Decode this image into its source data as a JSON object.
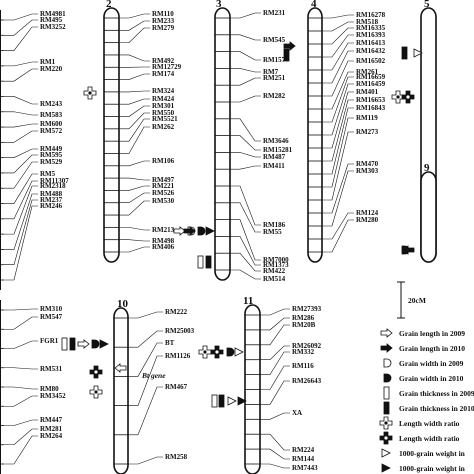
{
  "chromosomes": [
    {
      "id": "c1",
      "number": "",
      "upper": [
        "RM4981",
        "RM495",
        "RM3252",
        "RM1",
        "RM220",
        "RM243",
        "RM583",
        "RM600",
        "RM572",
        "RM449",
        "RM595",
        "RM529",
        "RM5",
        "RM11307",
        "RM2318",
        "RM488",
        "RM237",
        "RM246"
      ]
    },
    {
      "id": "c2",
      "number": "2",
      "upper": [
        "RM110",
        "RM233",
        "RM279",
        "RM492",
        "RM12729",
        "RM174",
        "RM324",
        "RM424",
        "RM301",
        "RM550",
        "RM5521",
        "RM262",
        "RM106",
        "RM497",
        "RM221",
        "RM526",
        "RM530",
        "RM213",
        "RM498",
        "RM406"
      ]
    },
    {
      "id": "c3",
      "number": "3",
      "upper": [
        "RM231",
        "RM545",
        "RM157",
        "RM7",
        "RM251",
        "RM282",
        "RM3646",
        "RM15281",
        "RM487",
        "RM411",
        "RM186",
        "RM55",
        "RM7000",
        "RM1373",
        "RM422",
        "RM514"
      ]
    },
    {
      "id": "c4",
      "number": "4",
      "upper": [
        "RM16278",
        "RM518",
        "RM16335",
        "RM16393",
        "RM16413",
        "RM16432",
        "RM16502",
        "RM261",
        "RM16659",
        "RM16459",
        "RM401",
        "RM16653",
        "RM16843",
        "RM119",
        "RM273",
        "RM470",
        "RM303",
        "RM124",
        "RM280"
      ]
    },
    {
      "id": "c5",
      "number": "5",
      "upper": []
    },
    {
      "id": "c9",
      "number": "9",
      "upper": []
    },
    {
      "id": "c8",
      "number": "",
      "upper": [
        "RM310",
        "RM547",
        "FGR1",
        "RM531",
        "RM80",
        "RM3452",
        "RM447",
        "RM281",
        "RM264"
      ]
    },
    {
      "id": "c10",
      "number": "10",
      "upper": [
        "RM222",
        "RM25003",
        "BT",
        "RM1126",
        "RM467",
        "RM258"
      ]
    },
    {
      "id": "c11",
      "number": "11",
      "upper": [
        "RM27393",
        "RM286",
        "RM20B",
        "RM26092",
        "RM332",
        "RM116",
        "RM26643",
        "XA",
        "RM224",
        "RM144",
        "RM7443"
      ]
    }
  ],
  "bt_gene_label": "Bt gene",
  "scale_label": "20cM",
  "legend": [
    {
      "symbol": "open-arrow",
      "text": "Grain length in 2009"
    },
    {
      "symbol": "filled-arrow",
      "text": "Grain length in 2010"
    },
    {
      "symbol": "open-half-oval",
      "text": "Grain width in 2009"
    },
    {
      "symbol": "filled-half-oval",
      "text": "Grain width in 2010"
    },
    {
      "symbol": "open-bar",
      "text": "Grain thickness in 2009"
    },
    {
      "symbol": "filled-bar",
      "text": "Grain thickness in 2010"
    },
    {
      "symbol": "open-cross",
      "text": "Length width ratio"
    },
    {
      "symbol": "filled-cross",
      "text": "Length width ratio"
    },
    {
      "symbol": "open-triangle",
      "text": "1000-grain weight in"
    },
    {
      "symbol": "filled-triangle",
      "text": "1000-grain weight in"
    }
  ]
}
